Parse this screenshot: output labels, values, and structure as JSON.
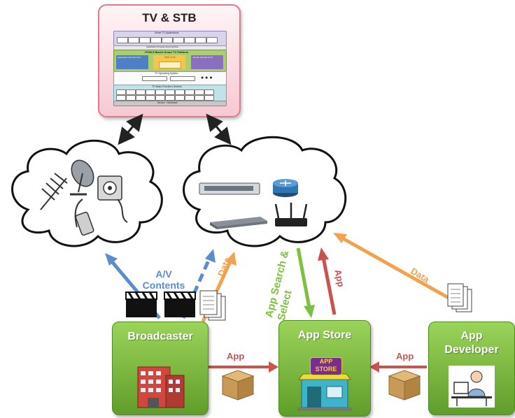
{
  "tv_stb": {
    "title": "TV & STB",
    "layers": {
      "smart_apps": "Smart TV Applications",
      "api": "Application Programming Interface",
      "platform": "HTML5 Based Smart TV Platform",
      "app_specific": "Application Specific Func.",
      "web_core": "Web Core",
      "device_specific": "Device Specific Func.",
      "os": "TV Operating System",
      "tv_basic": "TV Basic Function Libraries",
      "hardware": "Device : Hardware"
    }
  },
  "nodes": {
    "broadcaster": "Broadcaster",
    "app_store": "App Store",
    "app_developer": "App Developer",
    "app_store_sign": "APP STORE"
  },
  "edges": {
    "av_contents": "A/V Contents",
    "data_broadcaster": "Data",
    "app_search_select": "App Search & Select",
    "app_up": "App",
    "data_developer": "Data",
    "app_broadcaster_store": "App",
    "app_developer_store": "App"
  },
  "colors": {
    "blue": "#5b8ccf",
    "orange": "#f3a14c",
    "green": "#7fbf3f",
    "red": "#c9534f",
    "box_green": "#6fb03a"
  }
}
